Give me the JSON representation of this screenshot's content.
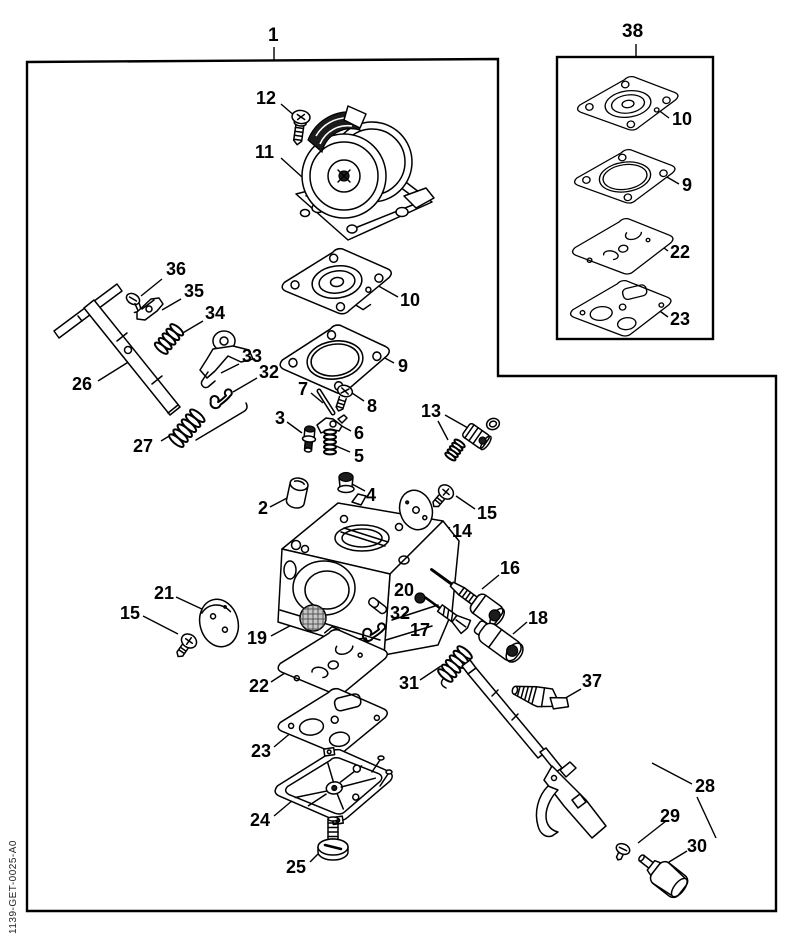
{
  "diagram": {
    "type": "exploded-parts-diagram",
    "drawing_number": "1139-GET-0025-A0"
  },
  "labels": {
    "c1": "1",
    "c38": "38",
    "c10_inset": "10",
    "c9_inset": "9",
    "c22_inset": "22",
    "c23_inset": "23",
    "c12": "12",
    "c11": "11",
    "c10_main": "10",
    "c9_main": "9",
    "c36": "36",
    "c35": "35",
    "c34": "34",
    "c33": "33",
    "c32_left": "32",
    "c26": "26",
    "c27": "27",
    "c7": "7",
    "c8": "8",
    "c3": "3",
    "c6": "6",
    "c5": "5",
    "c13": "13",
    "c2": "2",
    "c4": "4",
    "c15_right": "15",
    "c14": "14",
    "c16": "16",
    "c17": "17",
    "c18": "18",
    "c20": "20",
    "c32_right": "32",
    "c19": "19",
    "c21": "21",
    "c15_left": "15",
    "c22_main": "22",
    "c23_main": "23",
    "c24": "24",
    "c25": "25",
    "c31": "31",
    "c37": "37",
    "c28": "28",
    "c29": "29",
    "c30": "30"
  },
  "parts_list": [
    "1",
    "2",
    "3",
    "4",
    "5",
    "6",
    "7",
    "8",
    "9",
    "10",
    "11",
    "12",
    "13",
    "14",
    "15",
    "16",
    "17",
    "18",
    "19",
    "20",
    "21",
    "22",
    "23",
    "24",
    "25",
    "26",
    "27",
    "28",
    "29",
    "30",
    "31",
    "32",
    "33",
    "34",
    "35",
    "36",
    "37",
    "38"
  ]
}
